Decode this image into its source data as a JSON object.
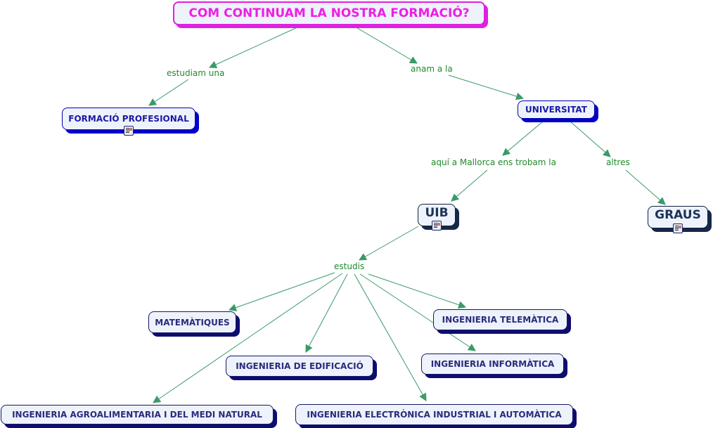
{
  "root": {
    "text": "COM CONTINUAM LA NOSTRA FORMACIÓ?"
  },
  "link_labels": {
    "estudiam_una": "estudiam una",
    "anam_a_la": "anam a la",
    "aqui_mallorca": "aquí a Mallorca ens trobam la",
    "altres": "altres",
    "estudis": "estudis"
  },
  "concepts": {
    "formacio_professional": "FORMACIÓ PROFESIONAL",
    "universitat": "UNIVERSITAT",
    "uib": "UIB",
    "graus": "GRAUS",
    "matematiques": "MATEMÀTIQUES",
    "telematica": "INGENIERIA TELEMÀTICA",
    "edificacio": "INGENIERIA DE EDIFICACIÓ",
    "informatica": "INGENIERIA INFORMÀTICA",
    "agroalimentaria": "INGENIERIA AGROALIMENTARIA I DEL MEDI NATURAL",
    "electronica": "INGENIERIA ELECTRÒNICA INDUSTRIAL I AUTOMÀTICA"
  },
  "resource_icon": "document-resource-icon",
  "colors": {
    "link": "#3a9a6a",
    "label": "#1f8a2a",
    "root": "#ee1ee6"
  }
}
